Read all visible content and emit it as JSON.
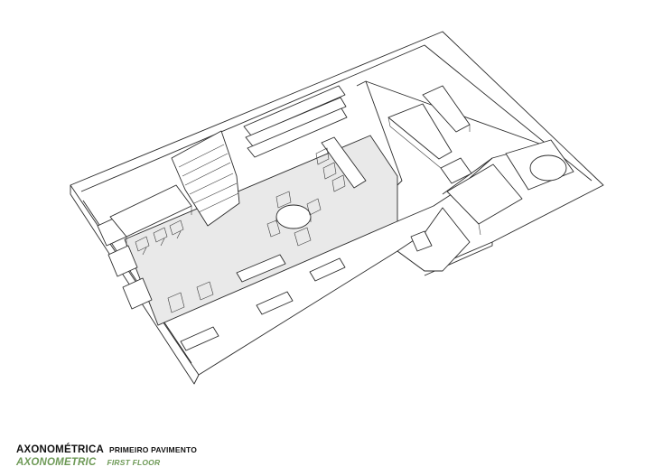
{
  "caption": {
    "pt_title": "AXONOMÉTRICA",
    "pt_subtitle": "PRIMEIRO PAVIMENTO",
    "en_title": "AXONOMETRIC",
    "en_subtitle": "FIRST FLOOR"
  },
  "colors": {
    "caption_pt": "#111111",
    "caption_en": "#6e9a57",
    "floor_fill": "#e9e9e9",
    "line": "#2a2a2a"
  }
}
